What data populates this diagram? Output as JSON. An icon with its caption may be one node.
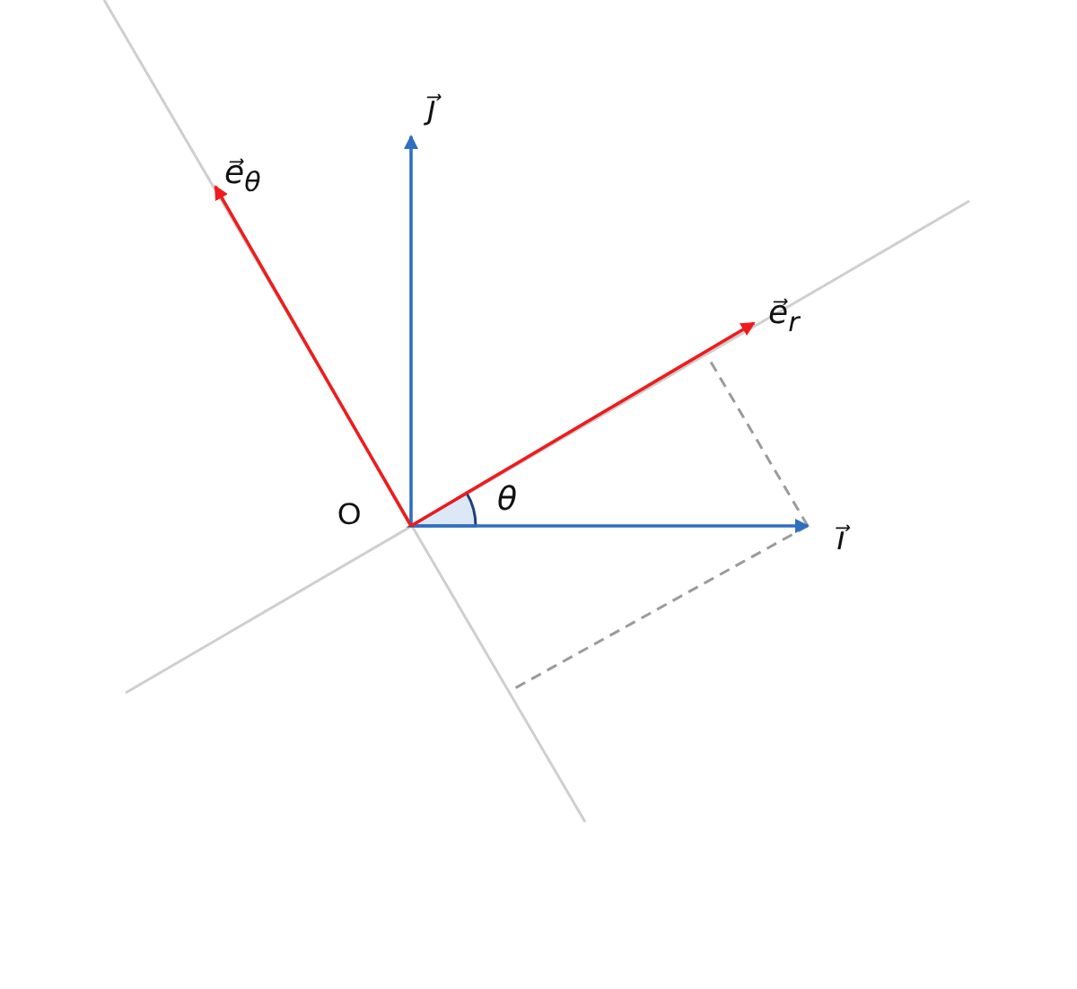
{
  "diagram": {
    "labels": [
      "j⃗",
      "e⃗$_{θ}$",
      "e⃗$_{r}$",
      "O",
      "θ",
      "ı⃗"
    ]
  }
}
